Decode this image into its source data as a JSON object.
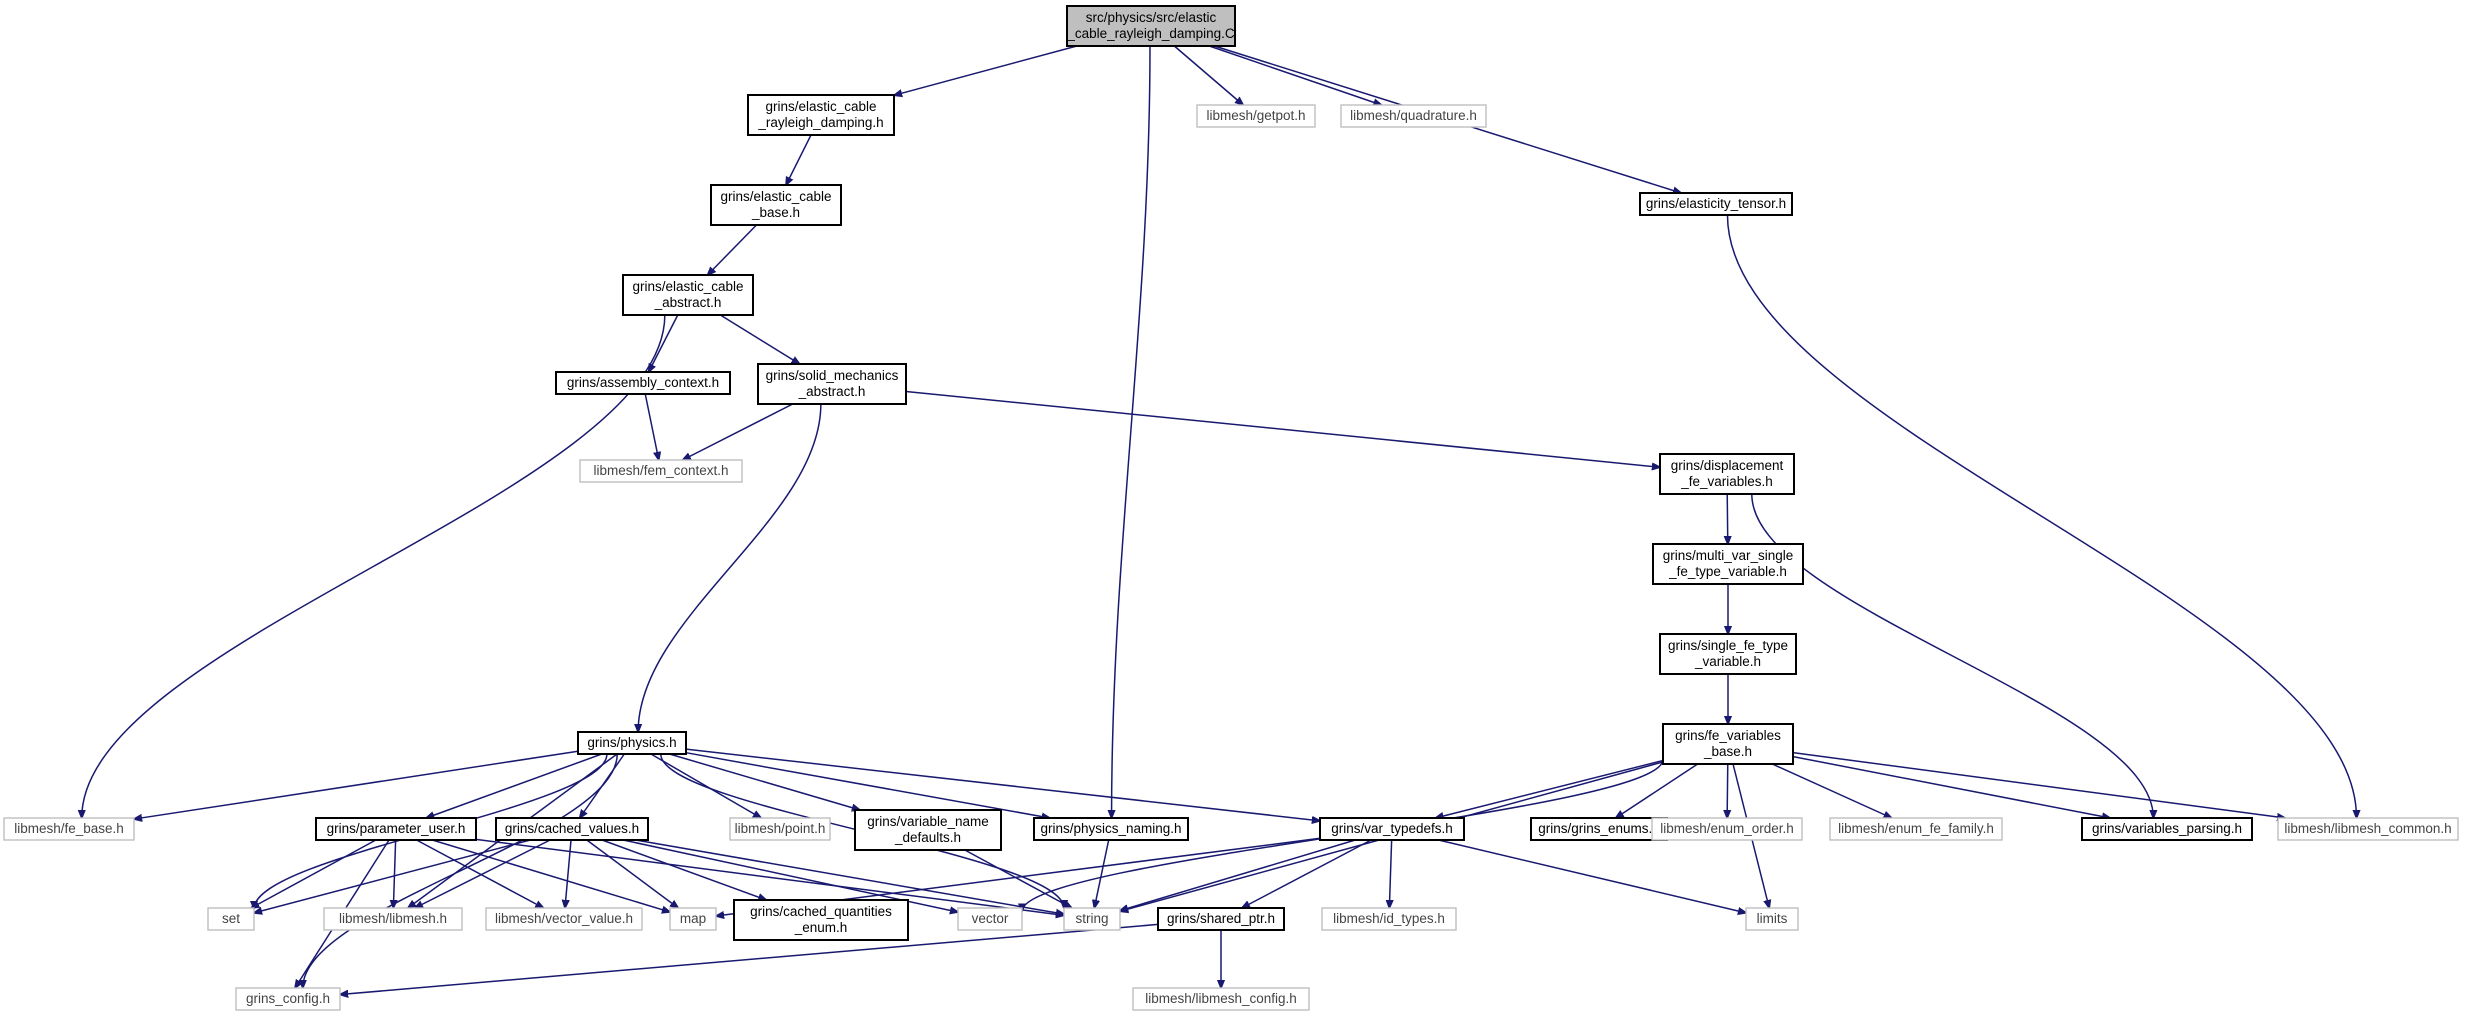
{
  "diagram": {
    "nodes": [
      {
        "id": "root",
        "kind": "root",
        "lines": [
          "src/physics/src/elastic",
          "_cable_rayleigh_damping.C"
        ]
      },
      {
        "id": "ecrd",
        "kind": "inc",
        "lines": [
          "grins/elastic_cable",
          "_rayleigh_damping.h"
        ]
      },
      {
        "id": "getpot",
        "kind": "ext",
        "lines": [
          "libmesh/getpot.h"
        ]
      },
      {
        "id": "quad",
        "kind": "ext",
        "lines": [
          "libmesh/quadrature.h"
        ]
      },
      {
        "id": "ecb",
        "kind": "inc",
        "lines": [
          "grins/elastic_cable",
          "_base.h"
        ]
      },
      {
        "id": "etens",
        "kind": "inc",
        "lines": [
          "grins/elasticity_tensor.h"
        ]
      },
      {
        "id": "eca",
        "kind": "inc",
        "lines": [
          "grins/elastic_cable",
          "_abstract.h"
        ]
      },
      {
        "id": "actx",
        "kind": "inc",
        "lines": [
          "grins/assembly_context.h"
        ]
      },
      {
        "id": "sma",
        "kind": "inc",
        "lines": [
          "grins/solid_mechanics",
          "_abstract.h"
        ]
      },
      {
        "id": "femctx",
        "kind": "ext",
        "lines": [
          "libmesh/fem_context.h"
        ]
      },
      {
        "id": "dfv",
        "kind": "inc",
        "lines": [
          "grins/displacement",
          "_fe_variables.h"
        ]
      },
      {
        "id": "mvs",
        "kind": "inc",
        "lines": [
          "grins/multi_var_single",
          "_fe_type_variable.h"
        ]
      },
      {
        "id": "sfe",
        "kind": "inc",
        "lines": [
          "grins/single_fe_type",
          "_variable.h"
        ]
      },
      {
        "id": "physics",
        "kind": "inc",
        "lines": [
          "grins/physics.h"
        ]
      },
      {
        "id": "fvb",
        "kind": "inc",
        "lines": [
          "grins/fe_variables",
          "_base.h"
        ]
      },
      {
        "id": "febase",
        "kind": "ext",
        "lines": [
          "libmesh/fe_base.h"
        ]
      },
      {
        "id": "puser",
        "kind": "inc",
        "lines": [
          "grins/parameter_user.h"
        ]
      },
      {
        "id": "cvals",
        "kind": "inc",
        "lines": [
          "grins/cached_values.h"
        ]
      },
      {
        "id": "point",
        "kind": "ext",
        "lines": [
          "libmesh/point.h"
        ]
      },
      {
        "id": "vnd",
        "kind": "inc",
        "lines": [
          "grins/variable_name",
          "_defaults.h"
        ]
      },
      {
        "id": "pnaming",
        "kind": "inc",
        "lines": [
          "grins/physics_naming.h"
        ]
      },
      {
        "id": "vtd",
        "kind": "inc",
        "lines": [
          "grins/var_typedefs.h"
        ]
      },
      {
        "id": "genums",
        "kind": "inc",
        "lines": [
          "grins/grins_enums.h"
        ]
      },
      {
        "id": "eorder",
        "kind": "ext",
        "lines": [
          "libmesh/enum_order.h"
        ]
      },
      {
        "id": "efefam",
        "kind": "ext",
        "lines": [
          "libmesh/enum_fe_family.h"
        ]
      },
      {
        "id": "vparse",
        "kind": "inc",
        "lines": [
          "grins/variables_parsing.h"
        ]
      },
      {
        "id": "lcommon",
        "kind": "ext",
        "lines": [
          "libmesh/libmesh_common.h"
        ]
      },
      {
        "id": "set",
        "kind": "ext",
        "lines": [
          "set"
        ]
      },
      {
        "id": "libmesh",
        "kind": "ext",
        "lines": [
          "libmesh/libmesh.h"
        ]
      },
      {
        "id": "vecval",
        "kind": "ext",
        "lines": [
          "libmesh/vector_value.h"
        ]
      },
      {
        "id": "map",
        "kind": "ext",
        "lines": [
          "map"
        ]
      },
      {
        "id": "cqe",
        "kind": "inc",
        "lines": [
          "grins/cached_quantities",
          "_enum.h"
        ]
      },
      {
        "id": "vector",
        "kind": "ext",
        "lines": [
          "vector"
        ]
      },
      {
        "id": "string",
        "kind": "ext",
        "lines": [
          "string"
        ]
      },
      {
        "id": "idtypes",
        "kind": "ext",
        "lines": [
          "libmesh/id_types.h"
        ]
      },
      {
        "id": "limits",
        "kind": "ext",
        "lines": [
          "limits"
        ]
      },
      {
        "id": "sptr",
        "kind": "inc",
        "lines": [
          "grins/shared_ptr.h"
        ]
      },
      {
        "id": "gconfig",
        "kind": "ext",
        "lines": [
          "grins_config.h"
        ]
      },
      {
        "id": "lconfig",
        "kind": "ext",
        "lines": [
          "libmesh/libmesh_config.h"
        ]
      }
    ],
    "edges": [
      [
        "root",
        "ecrd"
      ],
      [
        "root",
        "getpot"
      ],
      [
        "root",
        "quad"
      ],
      [
        "root",
        "etens"
      ],
      [
        "root",
        "pnaming"
      ],
      [
        "ecrd",
        "ecb"
      ],
      [
        "ecb",
        "eca"
      ],
      [
        "eca",
        "actx"
      ],
      [
        "eca",
        "sma"
      ],
      [
        "eca",
        "febase"
      ],
      [
        "actx",
        "femctx"
      ],
      [
        "sma",
        "femctx"
      ],
      [
        "sma",
        "dfv"
      ],
      [
        "sma",
        "physics"
      ],
      [
        "etens",
        "lcommon"
      ],
      [
        "dfv",
        "mvs"
      ],
      [
        "dfv",
        "vparse"
      ],
      [
        "mvs",
        "sfe"
      ],
      [
        "sfe",
        "fvb"
      ],
      [
        "physics",
        "febase"
      ],
      [
        "physics",
        "puser"
      ],
      [
        "physics",
        "cvals"
      ],
      [
        "physics",
        "point"
      ],
      [
        "physics",
        "vnd"
      ],
      [
        "physics",
        "pnaming"
      ],
      [
        "physics",
        "vtd"
      ],
      [
        "physics",
        "set"
      ],
      [
        "physics",
        "libmesh"
      ],
      [
        "physics",
        "gconfig"
      ],
      [
        "physics",
        "string"
      ],
      [
        "fvb",
        "vtd"
      ],
      [
        "fvb",
        "genums"
      ],
      [
        "fvb",
        "eorder"
      ],
      [
        "fvb",
        "efefam"
      ],
      [
        "fvb",
        "vparse"
      ],
      [
        "fvb",
        "lcommon"
      ],
      [
        "fvb",
        "string"
      ],
      [
        "fvb",
        "vector"
      ],
      [
        "fvb",
        "limits"
      ],
      [
        "puser",
        "set"
      ],
      [
        "puser",
        "libmesh"
      ],
      [
        "puser",
        "vecval"
      ],
      [
        "puser",
        "map"
      ],
      [
        "puser",
        "string"
      ],
      [
        "puser",
        "gconfig"
      ],
      [
        "cvals",
        "set"
      ],
      [
        "cvals",
        "libmesh"
      ],
      [
        "cvals",
        "vecval"
      ],
      [
        "cvals",
        "map"
      ],
      [
        "cvals",
        "cqe"
      ],
      [
        "cvals",
        "vector"
      ],
      [
        "cvals",
        "string"
      ],
      [
        "vnd",
        "string"
      ],
      [
        "pnaming",
        "string"
      ],
      [
        "vtd",
        "idtypes"
      ],
      [
        "vtd",
        "limits"
      ],
      [
        "vtd",
        "sptr"
      ],
      [
        "vtd",
        "string"
      ],
      [
        "vtd",
        "map"
      ],
      [
        "sptr",
        "gconfig"
      ],
      [
        "sptr",
        "lconfig"
      ]
    ]
  }
}
